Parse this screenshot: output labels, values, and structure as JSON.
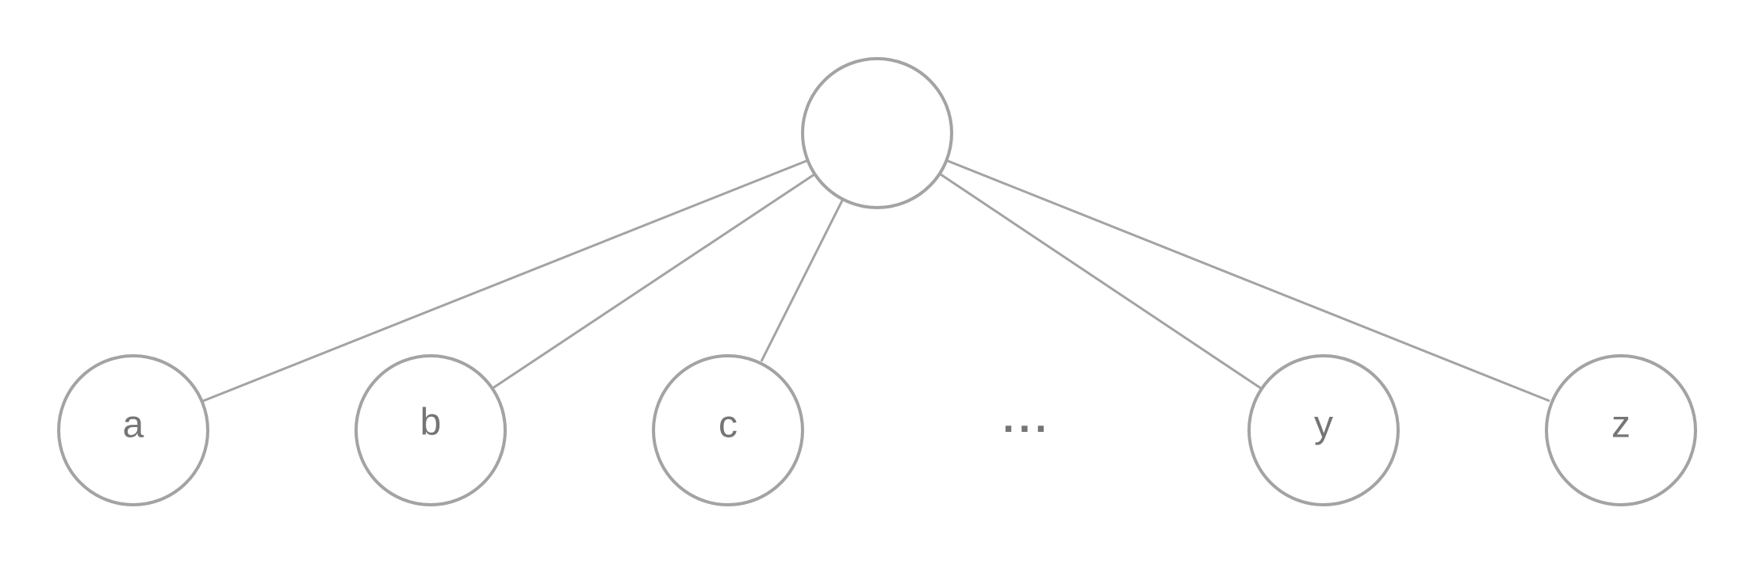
{
  "diagram": {
    "type": "tree",
    "style": {
      "line_color": "#a3a3a3",
      "text_color": "#757575",
      "background": "#ffffff"
    },
    "root": {
      "label": ""
    },
    "children": [
      {
        "label": "a"
      },
      {
        "label": "b"
      },
      {
        "label": "c"
      },
      {
        "label": "..."
      },
      {
        "label": "y"
      },
      {
        "label": "z"
      }
    ]
  }
}
